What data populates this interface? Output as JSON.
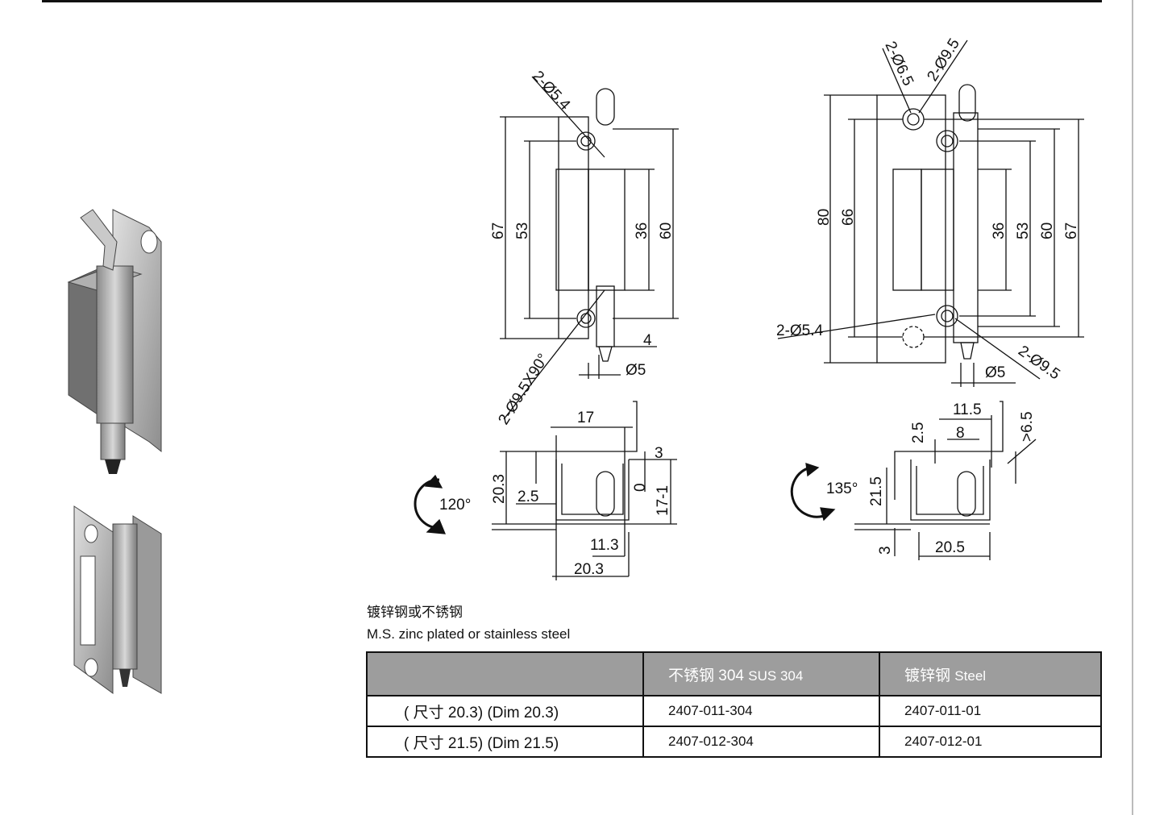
{
  "material": {
    "cn": "镀锌钢或不锈钢",
    "en": "M.S. zinc plated or stainless steel"
  },
  "table": {
    "headers": [
      "",
      "不锈钢 304",
      "SUS 304",
      "镀锌钢",
      "Steel"
    ],
    "rows": [
      {
        "dim": "( 尺寸 20.3) (Dim 20.3)",
        "ss": "2407-011-304",
        "steel": "2407-011-01"
      },
      {
        "dim": "( 尺寸 21.5) (Dim 21.5)",
        "ss": "2407-012-304",
        "steel": "2407-012-01"
      }
    ]
  },
  "left_front_view": {
    "holes_label": "2-Ø5.4",
    "countersink_label": "2-Ø9.5X90°",
    "dims": [
      "67",
      "53",
      "36",
      "60",
      "4",
      "Ø5"
    ]
  },
  "right_front_view": {
    "top_labels": [
      "2-Ø6.5",
      "2-Ø9.5"
    ],
    "side_labels": [
      "2-Ø5.4",
      "2-Ø9.5"
    ],
    "dims": [
      "80",
      "66",
      "36",
      "53",
      "60",
      "67",
      "Ø5"
    ]
  },
  "left_top_view": {
    "angle": "120°",
    "dims": [
      "17",
      "3",
      "20.3",
      "2.5",
      "0",
      "17-1",
      "11.3",
      "20.3"
    ]
  },
  "right_top_view": {
    "angle": "135°",
    "dims": [
      "11.5",
      "8",
      "2.5",
      ">6.5",
      "21.5",
      "3",
      "20.5"
    ]
  },
  "colors": {
    "header_bg": "#9d9d9d",
    "line": "#111111"
  }
}
